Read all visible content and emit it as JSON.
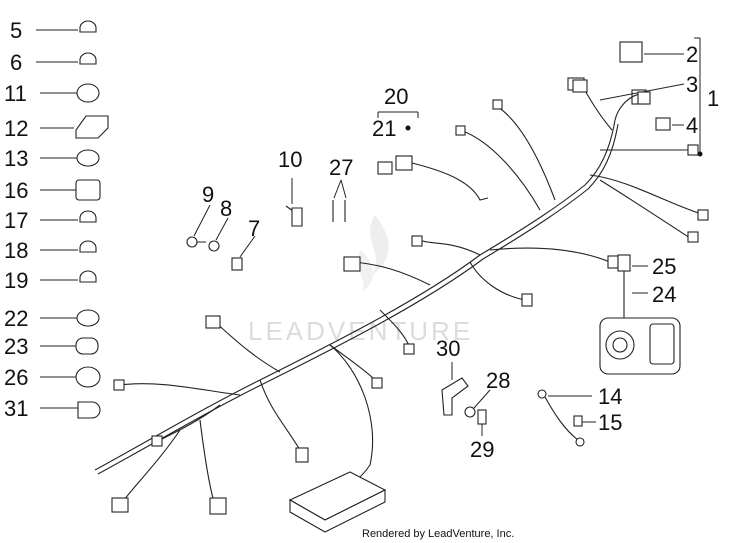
{
  "callouts": {
    "c1": "1",
    "c2": "2",
    "c3": "3",
    "c4": "4",
    "c5": "5",
    "c6": "6",
    "c7": "7",
    "c8": "8",
    "c9": "9",
    "c10": "10",
    "c11": "11",
    "c12": "12",
    "c13": "13",
    "c14": "14",
    "c15": "15",
    "c16": "16",
    "c17": "17",
    "c18": "18",
    "c19": "19",
    "c20": "20",
    "c21": "21",
    "c22": "22",
    "c23": "23",
    "c24": "24",
    "c25": "25",
    "c26": "26",
    "c27": "27",
    "c28": "28",
    "c29": "29",
    "c30": "30",
    "c31": "31"
  },
  "watermark": "LEADVENTURE",
  "credit": "Rendered by LeadVenture, Inc."
}
